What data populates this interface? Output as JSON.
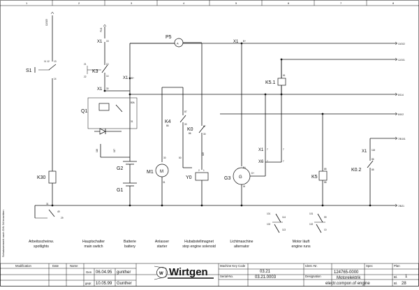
{
  "columns": [
    "1",
    "2",
    "3",
    "4",
    "5",
    "6",
    "7",
    "8"
  ],
  "side_note": "Schutzvermerk nach DIN 34 beachten",
  "wire_numbers": {
    "top_left": "12/105",
    "top_f": "F1/1",
    "rail_1": "10/102",
    "rail_2": "12/101",
    "rail_3": "8/114",
    "rail_4": "8/102",
    "rail_5": "7/8/101",
    "rail_bottom": "7/8/21"
  },
  "devices": {
    "s1": "S1",
    "k3": "K3",
    "q1": "Q1",
    "g1": "G1",
    "g2": "G2",
    "m1": "M1",
    "k4": "K4",
    "k0": "K0",
    "y0": "Y0",
    "g3": "G3",
    "p5": "P5",
    "p5_sym": "A",
    "k51": "K5.1",
    "k5": "K5",
    "k30": "K30",
    "k02": "K0.2",
    "g3_sym": "G",
    "m1_sym": "M"
  },
  "terminals": {
    "x1": "X1",
    "x6": "X6",
    "b_plus": "B+",
    "s1_pins": "11 12",
    "n13": "13",
    "n14": "14",
    "n21": "21",
    "n22": "22",
    "n15": "15",
    "n30": "30",
    "n50": "50",
    "n30a": "30",
    "n87": "87",
    "n87b": "87",
    "n86": "86",
    "n85": "85",
    "n86b": "86",
    "n85b": "85",
    "n31": "31",
    "n80a": "80A",
    "n1t": "1",
    "n2t": "2",
    "n1": "1",
    "n7": "7",
    "n116": "116",
    "n29": "29",
    "n30b": "30",
    "n31b": "31",
    "n31c": "31",
    "n31d": "31",
    "n29b": "29",
    "n49": "49",
    "n61": "61",
    "n50b": "50",
    "n115": "115",
    "n117": "117",
    "n118": "118",
    "n114": "114",
    "n113": "113",
    "n59": "59",
    "n10": "10",
    "n101": "101",
    "n102": "102",
    "nd": "D+",
    "nw": "W",
    "nb": "B+",
    "n1a": "1",
    "n1b": "1",
    "n2b": "2",
    "n3": "3",
    "n4": "4"
  },
  "captions": [
    {
      "de": "Arbeitsscheinw.",
      "en": "spotlights"
    },
    {
      "de": "Hauptschalter",
      "en": "main switch"
    },
    {
      "de": "Batterie",
      "en": "battery"
    },
    {
      "de": "Anlasser",
      "en": "starter"
    },
    {
      "de": "Hubabstellmagnet",
      "en": "stop engine solenoid"
    },
    {
      "de": "Lichtmaschine",
      "en": "alternator"
    },
    {
      "de": "Motor läuft",
      "en": "engine runs"
    }
  ],
  "title_block": {
    "header_mod": "Modification",
    "header_date": "Date",
    "header_name": "Name",
    "row_gen": "Gen",
    "row_gepr": "gepr.",
    "date_1": "06.04.95",
    "date_2": "10.05.99",
    "name_1": "gunther",
    "name_2": "Gunther",
    "company": "Wirtgen",
    "logo_letter": "W",
    "mkc_label": "Machine Key Code",
    "mkc_value": "03.21",
    "serial_label": "Serial-No.",
    "serial_value": "03.21.0003",
    "ident_label": "Ident.-Nr.",
    "ident_value": "124765-0000",
    "designation_label": "Designation",
    "designation_de": "Motorelektrik",
    "designation_en": "electr.compon.of engine",
    "spare_label": "Spec",
    "plan_label": "Plan",
    "page_label": "Bl.",
    "page_value": "1",
    "pages_value": "28",
    "of_label": "Bl."
  }
}
